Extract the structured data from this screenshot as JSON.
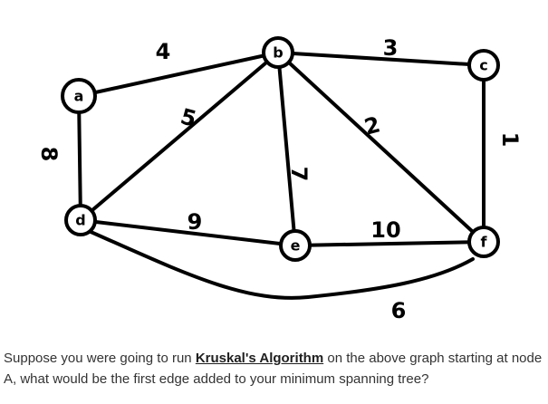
{
  "graph": {
    "nodes": [
      {
        "id": "a",
        "label": "a"
      },
      {
        "id": "b",
        "label": "b"
      },
      {
        "id": "c",
        "label": "c"
      },
      {
        "id": "d",
        "label": "d"
      },
      {
        "id": "e",
        "label": "e"
      },
      {
        "id": "f",
        "label": "f"
      }
    ],
    "edges": [
      {
        "from": "a",
        "to": "b",
        "weight": "4"
      },
      {
        "from": "b",
        "to": "c",
        "weight": "3"
      },
      {
        "from": "a",
        "to": "d",
        "weight": "8"
      },
      {
        "from": "b",
        "to": "d",
        "weight": "5"
      },
      {
        "from": "b",
        "to": "e",
        "weight": "7"
      },
      {
        "from": "b",
        "to": "f",
        "weight": "2"
      },
      {
        "from": "c",
        "to": "f",
        "weight": "1"
      },
      {
        "from": "d",
        "to": "e",
        "weight": "9"
      },
      {
        "from": "e",
        "to": "f",
        "weight": "10"
      },
      {
        "from": "d",
        "to": "f",
        "weight": "6"
      }
    ]
  },
  "question": {
    "text_before": "Suppose you were going to run ",
    "link_text": "Kruskal's Algorithm",
    "text_after": " on the above graph starting at node A, what would be the first edge added to your minimum spanning tree?"
  }
}
